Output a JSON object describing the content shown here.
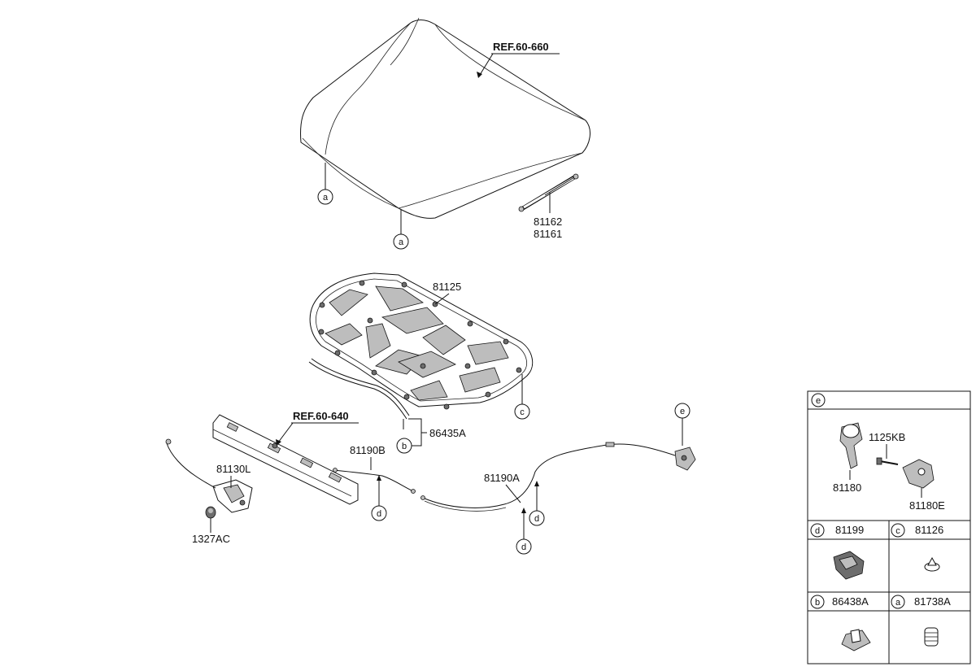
{
  "diagram": {
    "refs": {
      "hood": "REF.60-660",
      "carrier": "REF.60-640"
    },
    "parts": {
      "strut_1": "81162",
      "strut_2": "81161",
      "insulator": "81125",
      "weatherstrip": "86435A",
      "cable_b": "81190B",
      "cable_a": "81190A",
      "latch": "81130L",
      "bumper": "1327AC"
    },
    "callouts": {
      "a": "a",
      "b": "b",
      "c": "c",
      "d": "d",
      "e": "e"
    }
  },
  "legend": {
    "e_letter": "e",
    "e_parts": {
      "handle": "81180",
      "bolt": "1125KB",
      "bracket": "81180E"
    },
    "d_letter": "d",
    "d_part": "81199",
    "c_letter": "c",
    "c_part": "81126",
    "b_letter": "b",
    "b_part": "86438A",
    "a_letter": "a",
    "a_part": "81738A"
  }
}
